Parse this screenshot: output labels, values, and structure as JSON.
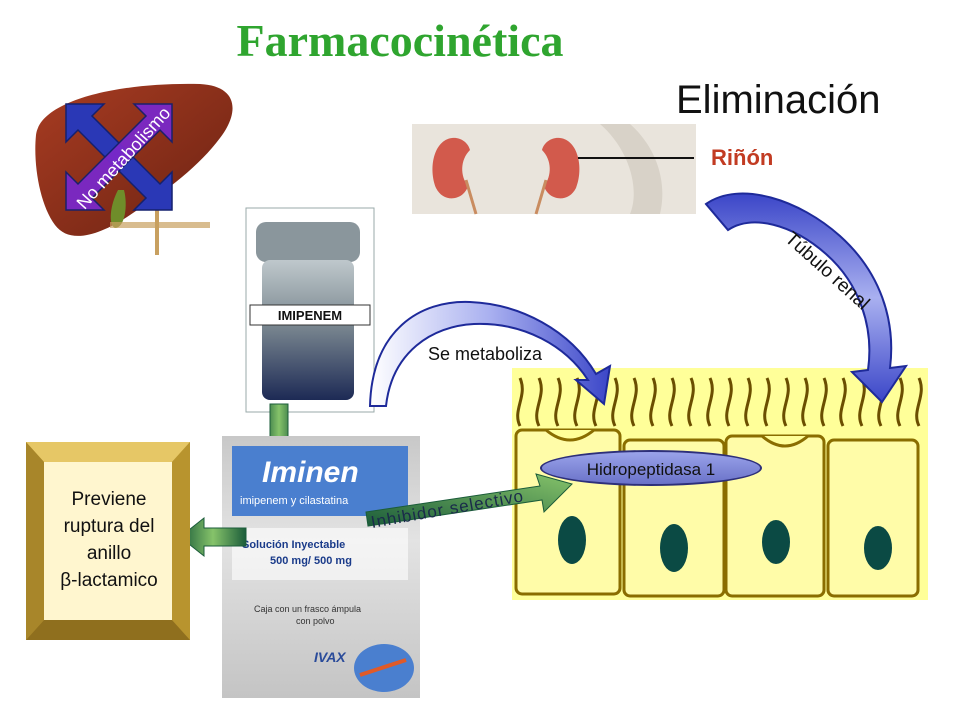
{
  "title": "Farmacocinética",
  "subtitle": "Eliminación",
  "liver": {
    "arrow_label": "No metabolismo"
  },
  "kidney": {
    "label": "Riñón"
  },
  "vial": {
    "label": "IMIPENEM"
  },
  "box": {
    "brand": "Iminen",
    "composition": "imipenem y cilastatina",
    "solution_line1": "Solución Inyectable",
    "solution_line2": "500 mg/ 500 mg",
    "contents_line1": "Caja con un frasco ámpula",
    "contents_line2": "con polvo",
    "maker": "IVAX"
  },
  "effect": {
    "lines": [
      "Previene",
      "ruptura del",
      "anillo",
      "β-lactamico"
    ]
  },
  "arrows": {
    "metabolized": "Se metaboliza",
    "inhibitor": "Inhibidor selectivo",
    "tubule": "Túbulo renal"
  },
  "enzyme": "Hidropeptidasa 1",
  "colors": {
    "title": "#2fa52f",
    "arrow_blue": "#3b46c8",
    "arrow_light": "#a9b0f0",
    "cell_fill": "#ffff99",
    "cell_border": "#8a6d00",
    "nucleus": "#0b4a44",
    "frame_gold": "#c7a036"
  }
}
